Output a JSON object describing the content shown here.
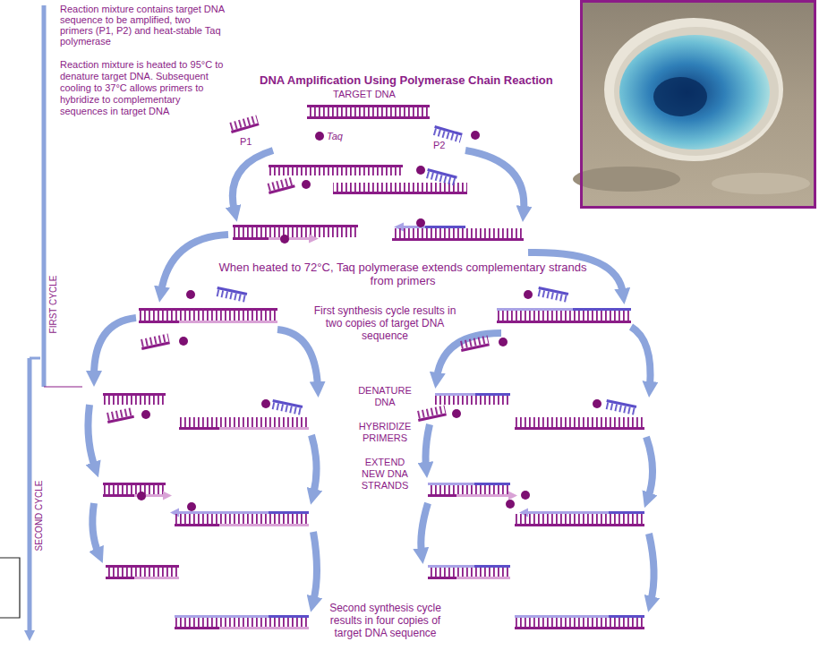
{
  "diagram": {
    "title": "DNA Amplification Using Polymerase Chain Reaction",
    "labels": [
      "Reaction mixture contains target DNA sequence to be amplified, two primers (P1, P2) and heat-stable Taq polymerase",
      "Reaction mixture is heated to 95°C to denature target DNA. Subsequent cooling to 37°C allows primers to hybridize to complementary sequences in target DNA",
      "TARGET DNA",
      "P1",
      "Taq",
      "P2",
      "When heated to 72°C, Taq polymerase extends complementary strands from primers",
      "First synthesis cycle results in two copies of target DNA sequence",
      "DENATURE DNA",
      "HYBRIDIZE PRIMERS",
      "EXTEND NEW DNA STRANDS",
      "Second synthesis cycle results in four copies of target DNA sequence",
      "FIRST CYCLE",
      "SECOND CYCLE"
    ]
  }
}
